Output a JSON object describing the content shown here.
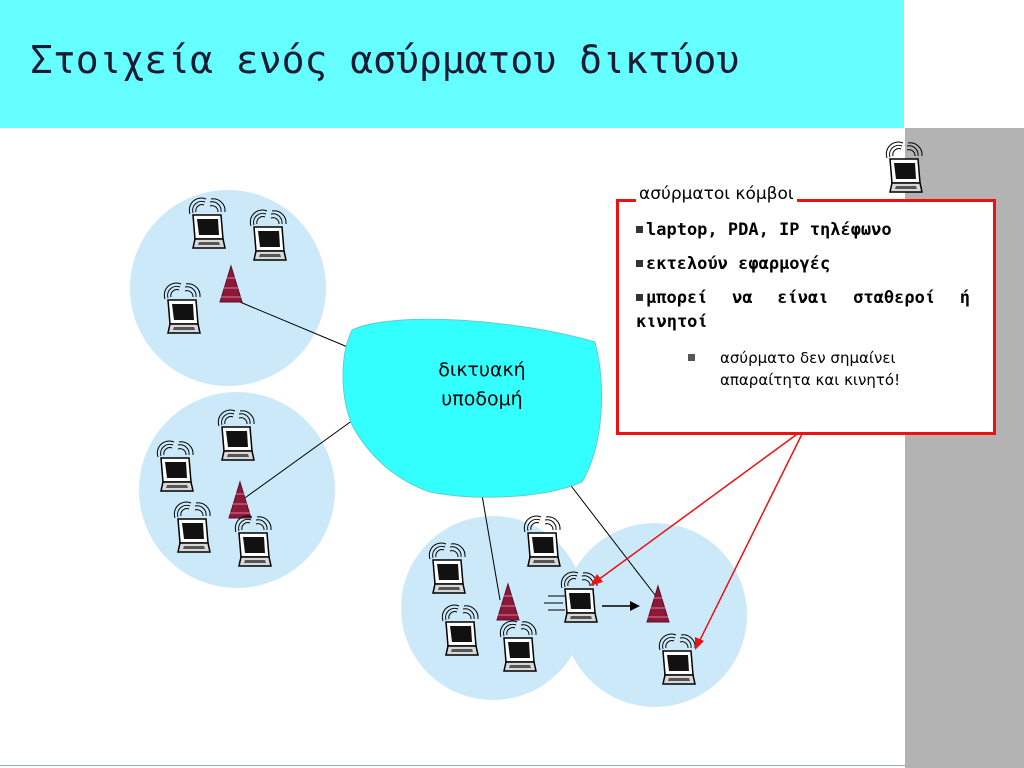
{
  "slide": {
    "title": "Στοιχεία ενός ασύρματου δικτύου"
  },
  "cloud": {
    "line1": "δικτυακή",
    "line2": "υποδομή"
  },
  "info_box": {
    "heading": "ασύρματοι κόμβοι",
    "items": [
      "laptop, PDA, IP τηλέφωνο",
      "εκτελούν εφαρμογές",
      "μπορεί να είναι σταθεροί ή κινητοί"
    ],
    "subitem": "ασύρματο δεν σημαίνει απαραίτητα και κινητό!"
  },
  "colors": {
    "title_band": "#66ffff",
    "cell": "#cce9fa",
    "cloud": "#33ffff",
    "tower": "#8b1a3a",
    "callout": "#ee1111",
    "side_strip": "#b3b3b3"
  },
  "icons": [
    "laptop-icon",
    "base-station-icon",
    "signal-waves-icon",
    "network-cloud-icon"
  ]
}
